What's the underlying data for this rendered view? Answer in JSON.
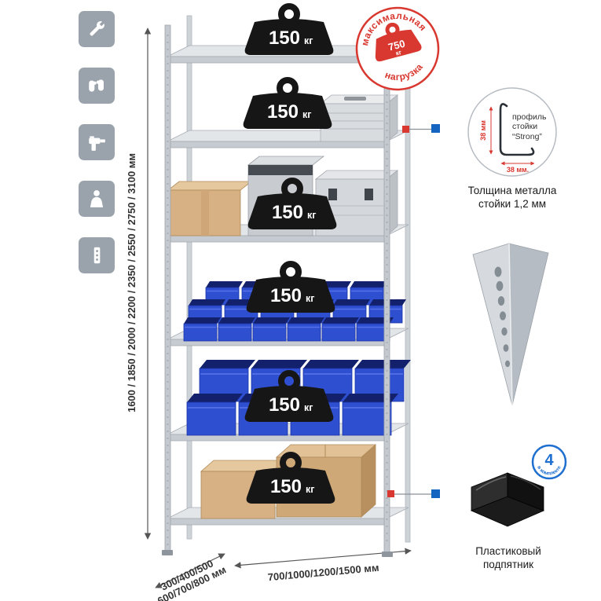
{
  "colors": {
    "accent_red": "#d8382f",
    "accent_blue": "#1f6fd0",
    "connector_blue": "#1565c0",
    "icon_tile_gray": "#9aa3ac",
    "rack_gray": "#c6cbd1",
    "bin_blue": "#2e4fd0",
    "cardboard_tan": "#d7b084",
    "weight_black": "#161616"
  },
  "sidebar_icons": [
    {
      "icon": "wrench-icon"
    },
    {
      "icon": "work-gloves-icon"
    },
    {
      "icon": "drill-icon"
    },
    {
      "icon": "person-icon"
    },
    {
      "icon": "perforated-post-icon"
    }
  ],
  "rack": {
    "weights": [
      {
        "value": "150",
        "unit": "кг"
      },
      {
        "value": "150",
        "unit": "кг"
      },
      {
        "value": "150",
        "unit": "кг"
      },
      {
        "value": "150",
        "unit": "кг"
      },
      {
        "value": "150",
        "unit": "кг"
      },
      {
        "value": "150",
        "unit": "кг"
      }
    ]
  },
  "stamp": {
    "arc_top": "максимальная",
    "arc_bottom": "нагрузка",
    "weight_value": "750",
    "weight_unit": "кг"
  },
  "dimensions": {
    "height_label": "1600 / 1850 / 2000 / 2200 / 2350 / 2550 / 2750 / 3100 мм",
    "depth_label_line1": "300/400/500",
    "depth_label_line2": "600/700/800 мм",
    "width_label": "700/1000/1200/1500 мм"
  },
  "profile_detail": {
    "text_line1": "профиль",
    "text_line2": "стойки",
    "text_line3": "“Strong”",
    "dim_side": "38 мм",
    "dim_bottom": "38 мм.",
    "caption_line1": "Толщина металла",
    "caption_line2": "стойки 1,2 мм"
  },
  "foot_detail": {
    "badge_number": "4",
    "badge_text": "в комплекте",
    "caption_line1": "Пластиковый",
    "caption_line2": "подпятник"
  }
}
